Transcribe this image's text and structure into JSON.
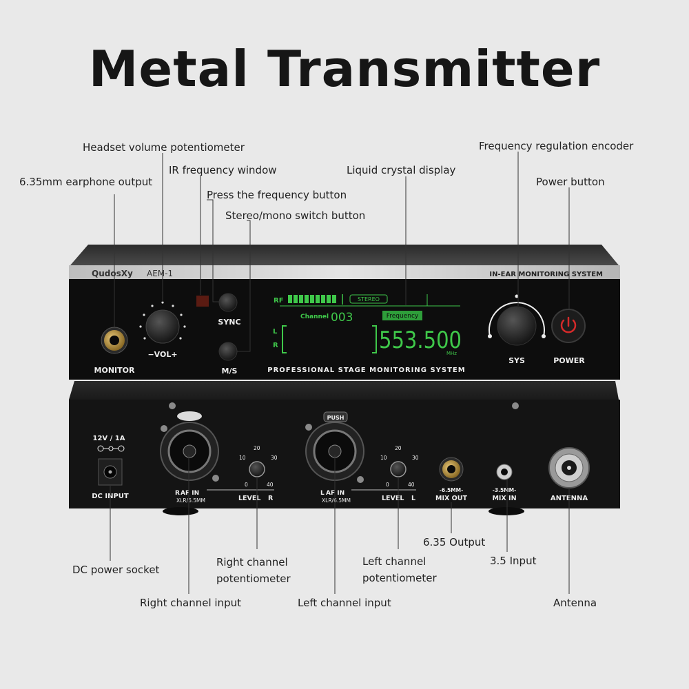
{
  "title": "Metal Transmitter",
  "front": {
    "brand": "QudosXy",
    "model": "AEM-1",
    "system": "IN-EAR MONITORING SYSTEM",
    "monitor": "MONITOR",
    "vol": "−VOL+",
    "sync": "SYNC",
    "ms": "M/S",
    "sys": "SYS",
    "power": "POWER",
    "lcd": {
      "rf": "RF",
      "stereo": "STEREO",
      "channel_label": "Channel",
      "channel": "003",
      "frequency_label": "Frequency",
      "l": "L",
      "r": "R",
      "freq": "553.500",
      "mhz": "MHz"
    },
    "subtitle": "PROFESSIONAL STAGE MONITORING SYSTEM"
  },
  "back": {
    "dc_rating": "12V / 1A",
    "dc_input": "DC INPUT",
    "push": "PUSH",
    "r_af_in": "AF IN",
    "r_letter": "R",
    "l_af_in": "AF IN",
    "l_letter": "L",
    "xlr": "XLR/6.5MM",
    "level": "LEVEL",
    "knob_ticks": [
      "10",
      "20",
      "30",
      "0",
      "40"
    ],
    "mix_out_top": "-6.5MM-",
    "mix_out": "MIX OUT",
    "mix_in_top": "-3.5MM-",
    "mix_in": "MIX IN",
    "antenna": "ANTENNA"
  },
  "labels": {
    "headset_volume": "Headset volume potentiometer",
    "ir_window": "IR frequency window",
    "earphone_output": "6.35mm earphone output",
    "press_freq": "Press the frequency button",
    "stereo_mono": "Stereo/mono switch button",
    "lcd": "Liquid crystal display",
    "freq_encoder": "Frequency regulation encoder",
    "power_button": "Power button",
    "dc_socket": "DC power socket",
    "right_pot": [
      "Right channel",
      "potentiometer"
    ],
    "right_input": "Right channel input",
    "left_pot": [
      "Left channel",
      "potentiometer"
    ],
    "left_input": "Left channel input",
    "out_635": "6.35 Output",
    "in_35": "3.5 Input",
    "antenna": "Antenna"
  }
}
